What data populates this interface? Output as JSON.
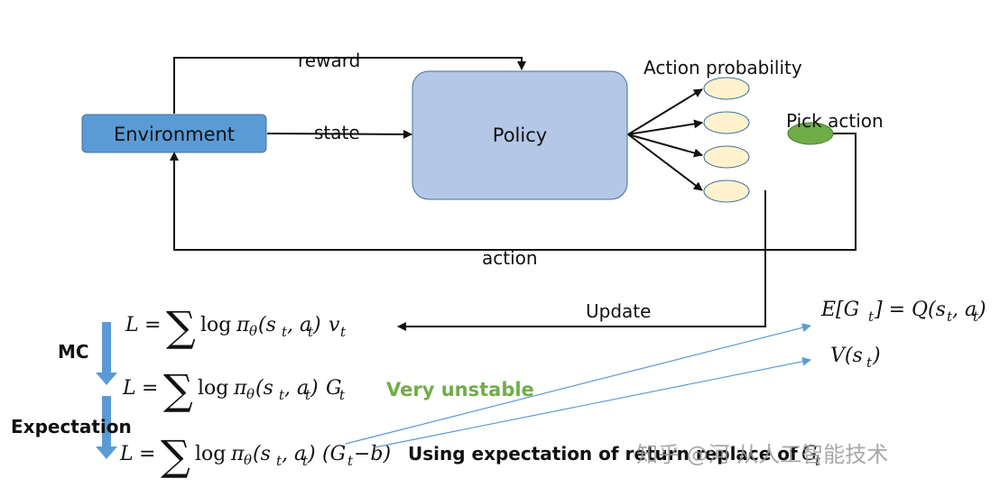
{
  "nodes": {
    "environment": "Environment",
    "policy": "Policy"
  },
  "edges": {
    "reward": "reward",
    "state": "state",
    "action": "action",
    "update": "Update"
  },
  "labels": {
    "action_probability": "Action probability",
    "pick_action": "Pick action",
    "mc": "MC",
    "expectation": "Expectation",
    "very_unstable": "Very unstable",
    "using_expectation": "Using expectation of return replace of",
    "watermark": "知乎 @河 从人工智能技术"
  },
  "colors": {
    "environment_fill": "#5b9bd5",
    "policy_fill": "#b4c7e7",
    "prob_fill": "#fff2cc",
    "pick_fill": "#70ad47",
    "down_arrow": "#5b9bd5",
    "thin_arrow": "#5b9bd5",
    "green_text": "#70ad47"
  },
  "formulas": {
    "eq1": {
      "lhs": "L",
      "eq": "=",
      "log": "log",
      "pi": "π",
      "theta": "θ",
      "args": "(s",
      "t1": "t",
      "comma": ", a",
      "t2": "t",
      "close": ")",
      "tail": "v",
      "tail_sub": "t"
    },
    "eq2": {
      "lhs": "L",
      "eq": "=",
      "log": "log",
      "pi": "π",
      "theta": "θ",
      "args": "(s",
      "t1": "t",
      "comma": ", a",
      "t2": "t",
      "close": ")",
      "tail": "G",
      "tail_sub": "t"
    },
    "eq3": {
      "lhs": "L",
      "eq": "=",
      "log": "log",
      "pi": "π",
      "theta": "θ",
      "args": "(s",
      "t1": "t",
      "comma": ", a",
      "t2": "t",
      "close": ")",
      "tail": "(G",
      "tail_sub": "t",
      "tail_rest": "−b)"
    },
    "e_g": {
      "a": "E[G",
      "sub": "t",
      "b": "] = Q(s",
      "sub2": "t",
      "c": ", a",
      "sub3": "t",
      "d": ")"
    },
    "v_s": {
      "a": "V(s",
      "sub": "t",
      "b": ")"
    },
    "g_tail": {
      "a": "G",
      "sub": "t"
    }
  },
  "sigma": "∑"
}
